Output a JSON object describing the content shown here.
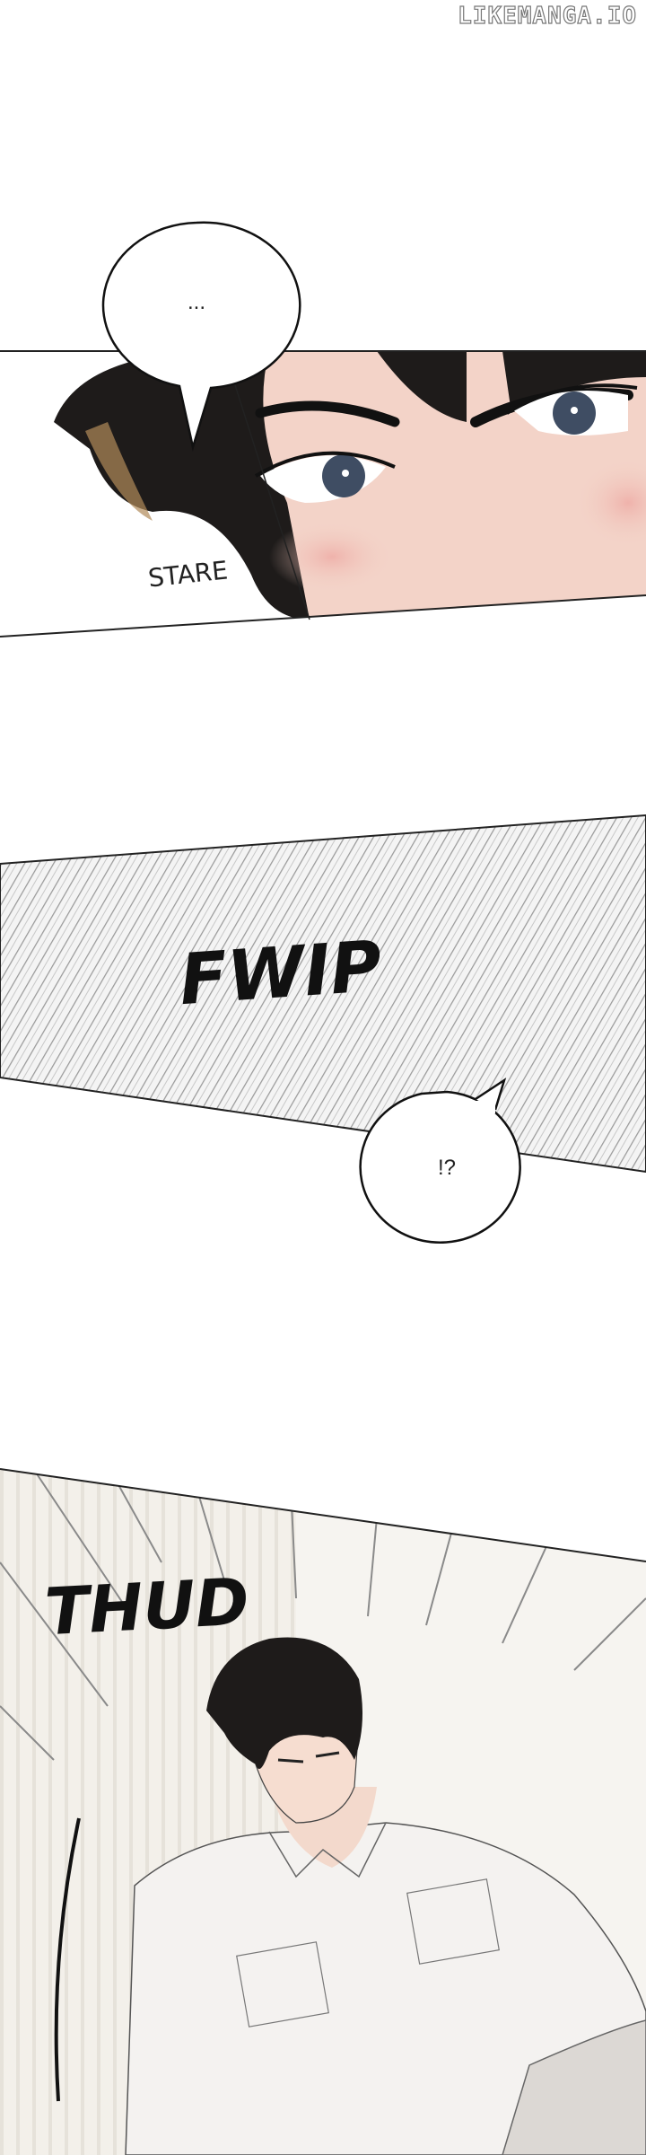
{
  "watermark": "LIKEMANGA.IO",
  "panels": [
    {
      "bubble": "...",
      "sfx": "STARE"
    },
    {
      "sfx": "FWIP"
    },
    {
      "bubble": "!?"
    },
    {
      "sfx": "THUD"
    }
  ],
  "colors": {
    "skin": "#f3d3c8",
    "hair": "#1e1b1a",
    "eyes": "#3f4d63",
    "panel3_bg": "#f2efe9",
    "speedlines": "#8a8a8a"
  }
}
